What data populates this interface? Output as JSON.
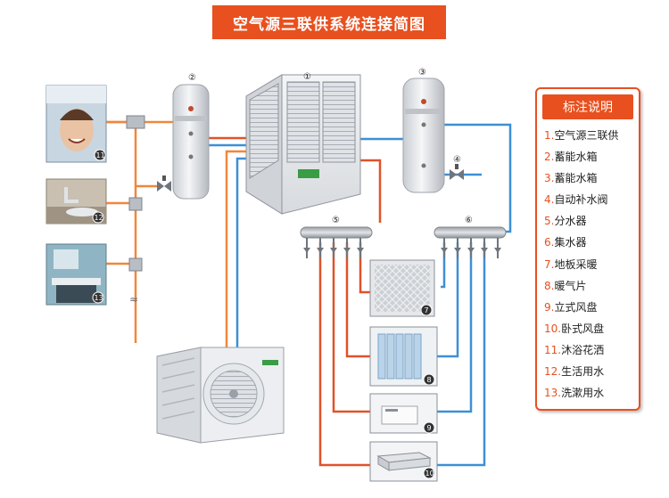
{
  "title": "空气源三联供系统连接简图",
  "legend": {
    "heading": "标注说明",
    "items": [
      {
        "num": "1.",
        "label": "空气源三联供"
      },
      {
        "num": "2.",
        "label": "蓄能水箱"
      },
      {
        "num": "3.",
        "label": "蓄能水箱"
      },
      {
        "num": "4.",
        "label": "自动补水阀"
      },
      {
        "num": "5.",
        "label": "分水器"
      },
      {
        "num": "6.",
        "label": "集水器"
      },
      {
        "num": "7.",
        "label": "地板采暖"
      },
      {
        "num": "8.",
        "label": "暖气片"
      },
      {
        "num": "9.",
        "label": "立式风盘"
      },
      {
        "num": "10.",
        "label": "卧式风盘"
      },
      {
        "num": "11.",
        "label": "沐浴花洒"
      },
      {
        "num": "12.",
        "label": "生活用水"
      },
      {
        "num": "13.",
        "label": "洗漱用水"
      }
    ]
  },
  "markers": {
    "m1": "①",
    "m2": "②",
    "m3": "③",
    "m4": "④",
    "m5": "⑤",
    "m6": "⑥",
    "m7": "7",
    "m8": "8",
    "m9": "9",
    "m10": "10",
    "m11": "11",
    "m12": "12",
    "m13": "13"
  },
  "colors": {
    "accent": "#e8501f",
    "hot_pipe": "#f0873a",
    "hot_pipe_dark": "#e0522a",
    "cold_pipe": "#3d8fd6"
  }
}
